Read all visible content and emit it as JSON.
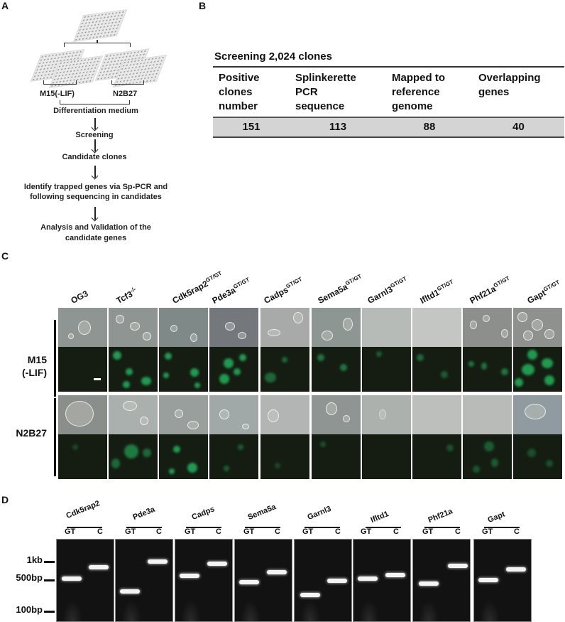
{
  "figure": {
    "panel_labels": {
      "a": "A",
      "b": "B",
      "c": "C",
      "d": "D"
    }
  },
  "panel_a": {
    "media": [
      "M15(-LIF)",
      "N2B27"
    ],
    "steps": [
      "Differentiation medium",
      "Screening",
      "Candidate clones",
      "Identify trapped genes via Sp-PCR and",
      "following sequencing in candidates",
      "Analysis and Validation of the",
      "candidate genes"
    ],
    "icons": [
      "96-well-plate-icon"
    ]
  },
  "panel_b": {
    "title": "Screening 2,024 clones",
    "headers": [
      [
        "Positive",
        "clones",
        "number"
      ],
      [
        "Splinkerette",
        "PCR",
        "sequence"
      ],
      [
        "Mapped to",
        "reference",
        "genome"
      ],
      [
        "Overlapping",
        "genes",
        ""
      ]
    ],
    "values": [
      "151",
      "113",
      "88",
      "40"
    ],
    "row_color": "#d4d4d4"
  },
  "panel_c": {
    "columns": [
      {
        "name": "OG3",
        "sup": ""
      },
      {
        "name": "Tcf3",
        "sup": "-/-"
      },
      {
        "name": "Cdk5rap2",
        "sup": "GT/GT"
      },
      {
        "name": "Pde3a",
        "sup": "GT/GT"
      },
      {
        "name": "Cadps",
        "sup": "GT/GT"
      },
      {
        "name": "Sema5a",
        "sup": "GT/GT"
      },
      {
        "name": "Garnl3",
        "sup": "GT/GT"
      },
      {
        "name": "Ifltd1",
        "sup": "GT/GT"
      },
      {
        "name": "Phf21a",
        "sup": "GT/GT"
      },
      {
        "name": "Gapt",
        "sup": "GT/GT"
      }
    ],
    "rows": [
      {
        "line1": "M15",
        "line2": "(-LIF)"
      },
      {
        "line1": "N2B27",
        "line2": ""
      }
    ],
    "fluorescence_color": "#1f9b4f"
  },
  "panel_d": {
    "markers": [
      "1kb",
      "500bp",
      "100bp"
    ],
    "lane_labels": {
      "gt": "GT",
      "c": "C"
    },
    "genes": [
      "Cdk5rap2",
      "Pde3a",
      "Cadps",
      "Sema5a",
      "Garnl3",
      "Ifltd1",
      "Phf21a",
      "Gapt"
    ]
  }
}
